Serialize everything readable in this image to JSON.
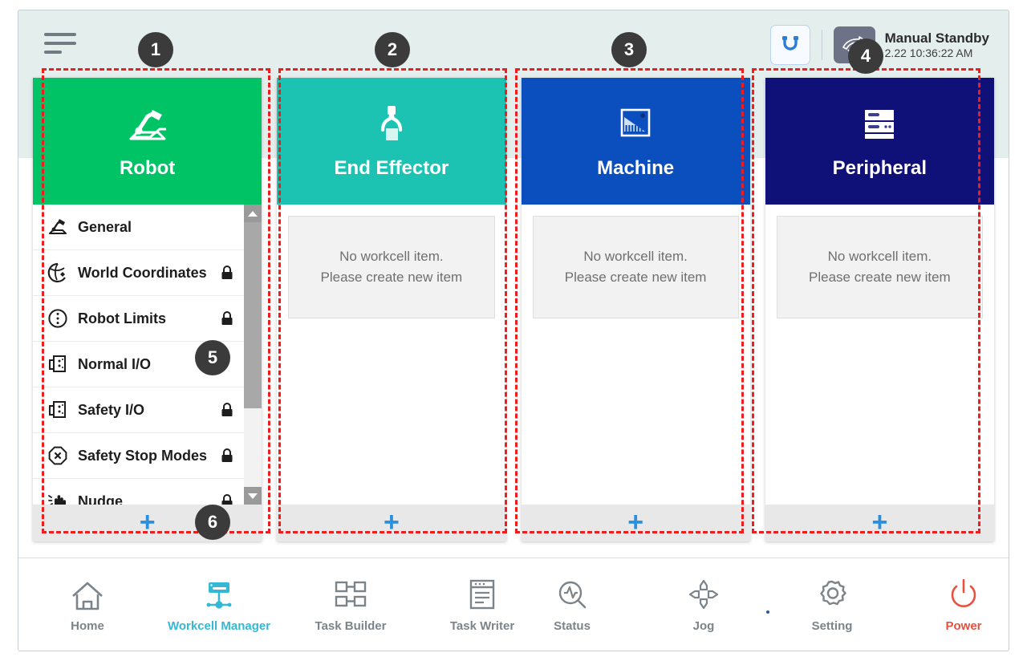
{
  "topbar": {
    "menu_icon": "hamburger-menu-icon",
    "robot_state_icon": "cobot-arm-icon",
    "mode_icon": "manual-hand-icon",
    "status_title": "Manual Standby",
    "status_datetime": "2.22 10:36:22 AM"
  },
  "cards": [
    {
      "id": "robot",
      "title": "Robot",
      "icon": "robot-arm-icon",
      "color": "#00c366",
      "add_label": "+",
      "menu_items": [
        {
          "label": "General",
          "icon": "robot-arm-small-icon",
          "locked": false,
          "lock_far": false
        },
        {
          "label": "World Coordinates",
          "icon": "globe-coordinates-icon",
          "locked": true,
          "lock_far": false
        },
        {
          "label": "Robot Limits",
          "icon": "limits-circle-icon",
          "locked": true,
          "lock_far": true
        },
        {
          "label": "Normal I/O",
          "icon": "io-port-icon",
          "locked": false,
          "lock_far": false
        },
        {
          "label": "Safety I/O",
          "icon": "io-port-icon",
          "locked": true,
          "lock_far": true
        },
        {
          "label": "Safety Stop Modes",
          "icon": "stop-octagon-icon",
          "locked": true,
          "lock_far": false
        },
        {
          "label": "Nudge",
          "icon": "nudge-hand-icon",
          "locked": true,
          "lock_far": true
        }
      ]
    },
    {
      "id": "end-effector",
      "title": "End Effector",
      "icon": "gripper-icon",
      "color": "#1cc3b2",
      "add_label": "+",
      "empty": {
        "line1": "No workcell item.",
        "line2": "Please create new item"
      }
    },
    {
      "id": "machine",
      "title": "Machine",
      "icon": "machine-panel-icon",
      "color": "#0b4fbe",
      "add_label": "+",
      "empty": {
        "line1": "No workcell item.",
        "line2": "Please create new item"
      }
    },
    {
      "id": "peripheral",
      "title": "Peripheral",
      "icon": "server-rack-icon",
      "color": "#0f1178",
      "add_label": "+",
      "empty": {
        "line1": "No workcell item.",
        "line2": "Please create new item"
      }
    }
  ],
  "bottom_nav": {
    "left": [
      {
        "label": "Home",
        "icon": "home-icon",
        "active": false
      },
      {
        "label": "Workcell Manager",
        "icon": "workcell-manager-icon",
        "active": true
      },
      {
        "label": "Task Builder",
        "icon": "task-builder-icon",
        "active": false
      },
      {
        "label": "Task Writer",
        "icon": "task-writer-icon",
        "active": false
      }
    ],
    "right": [
      {
        "label": "Status",
        "icon": "status-scope-icon",
        "active": false
      },
      {
        "label": "Jog",
        "icon": "jog-dpad-icon",
        "active": false
      },
      {
        "label": "Setting",
        "icon": "gear-icon",
        "active": false
      },
      {
        "label": "Power",
        "icon": "power-icon",
        "active": false
      }
    ]
  },
  "annotations": [
    {
      "number": "1"
    },
    {
      "number": "2"
    },
    {
      "number": "3"
    },
    {
      "number": "4"
    },
    {
      "number": "5"
    },
    {
      "number": "6"
    }
  ]
}
